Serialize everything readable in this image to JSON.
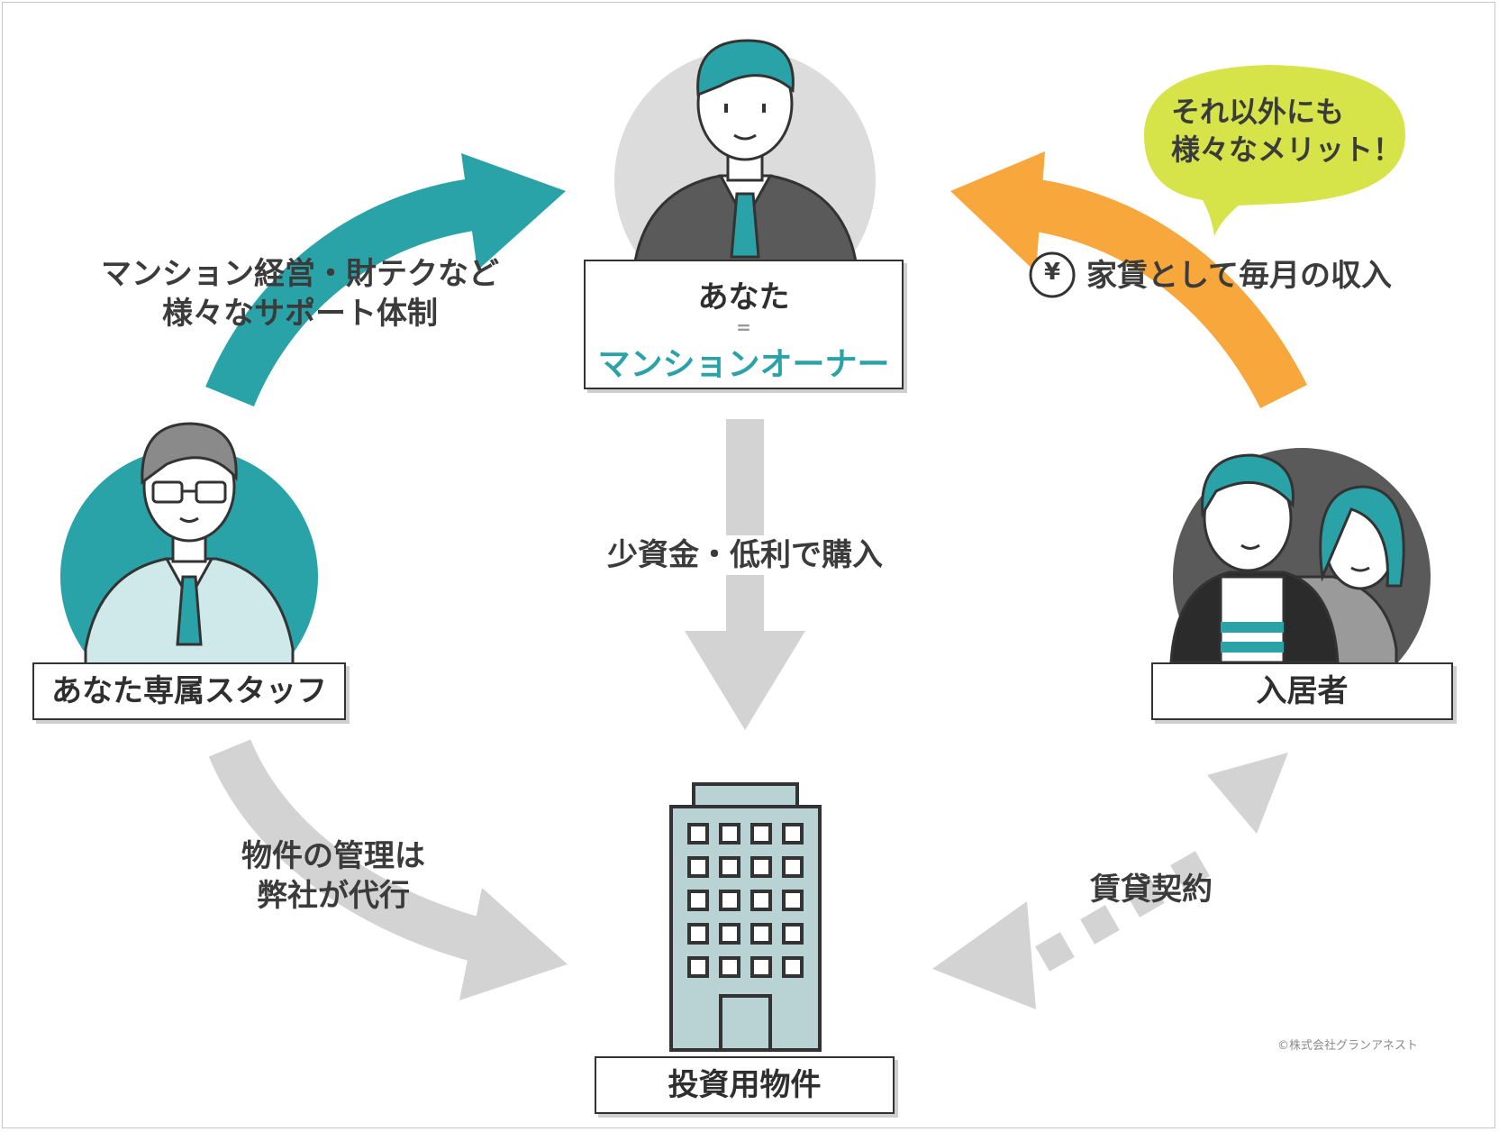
{
  "owner": {
    "line1": "あなた",
    "separator": "=",
    "line2": "マンションオーナー"
  },
  "staff": {
    "label": "あなた専属スタッフ"
  },
  "tenant": {
    "label": "入居者"
  },
  "property": {
    "label": "投資用物件"
  },
  "flows": {
    "support": [
      "マンション経営・財テクなど",
      "様々なサポート体制"
    ],
    "rent": "家賃として毎月の収入",
    "rent_icon": "¥",
    "purchase": "少資金・低利で購入",
    "management": [
      "物件の管理は",
      "弊社が代行"
    ],
    "lease": "賃貸契約"
  },
  "bubble": [
    "それ以外にも",
    "様々なメリット！"
  ],
  "copyright": "©株式会社グランアネスト",
  "colors": {
    "teal": "#2aa3a8",
    "orange": "#f7a73b",
    "gray_arrow": "#d3d3d3",
    "bubble": "#d6e44a"
  }
}
